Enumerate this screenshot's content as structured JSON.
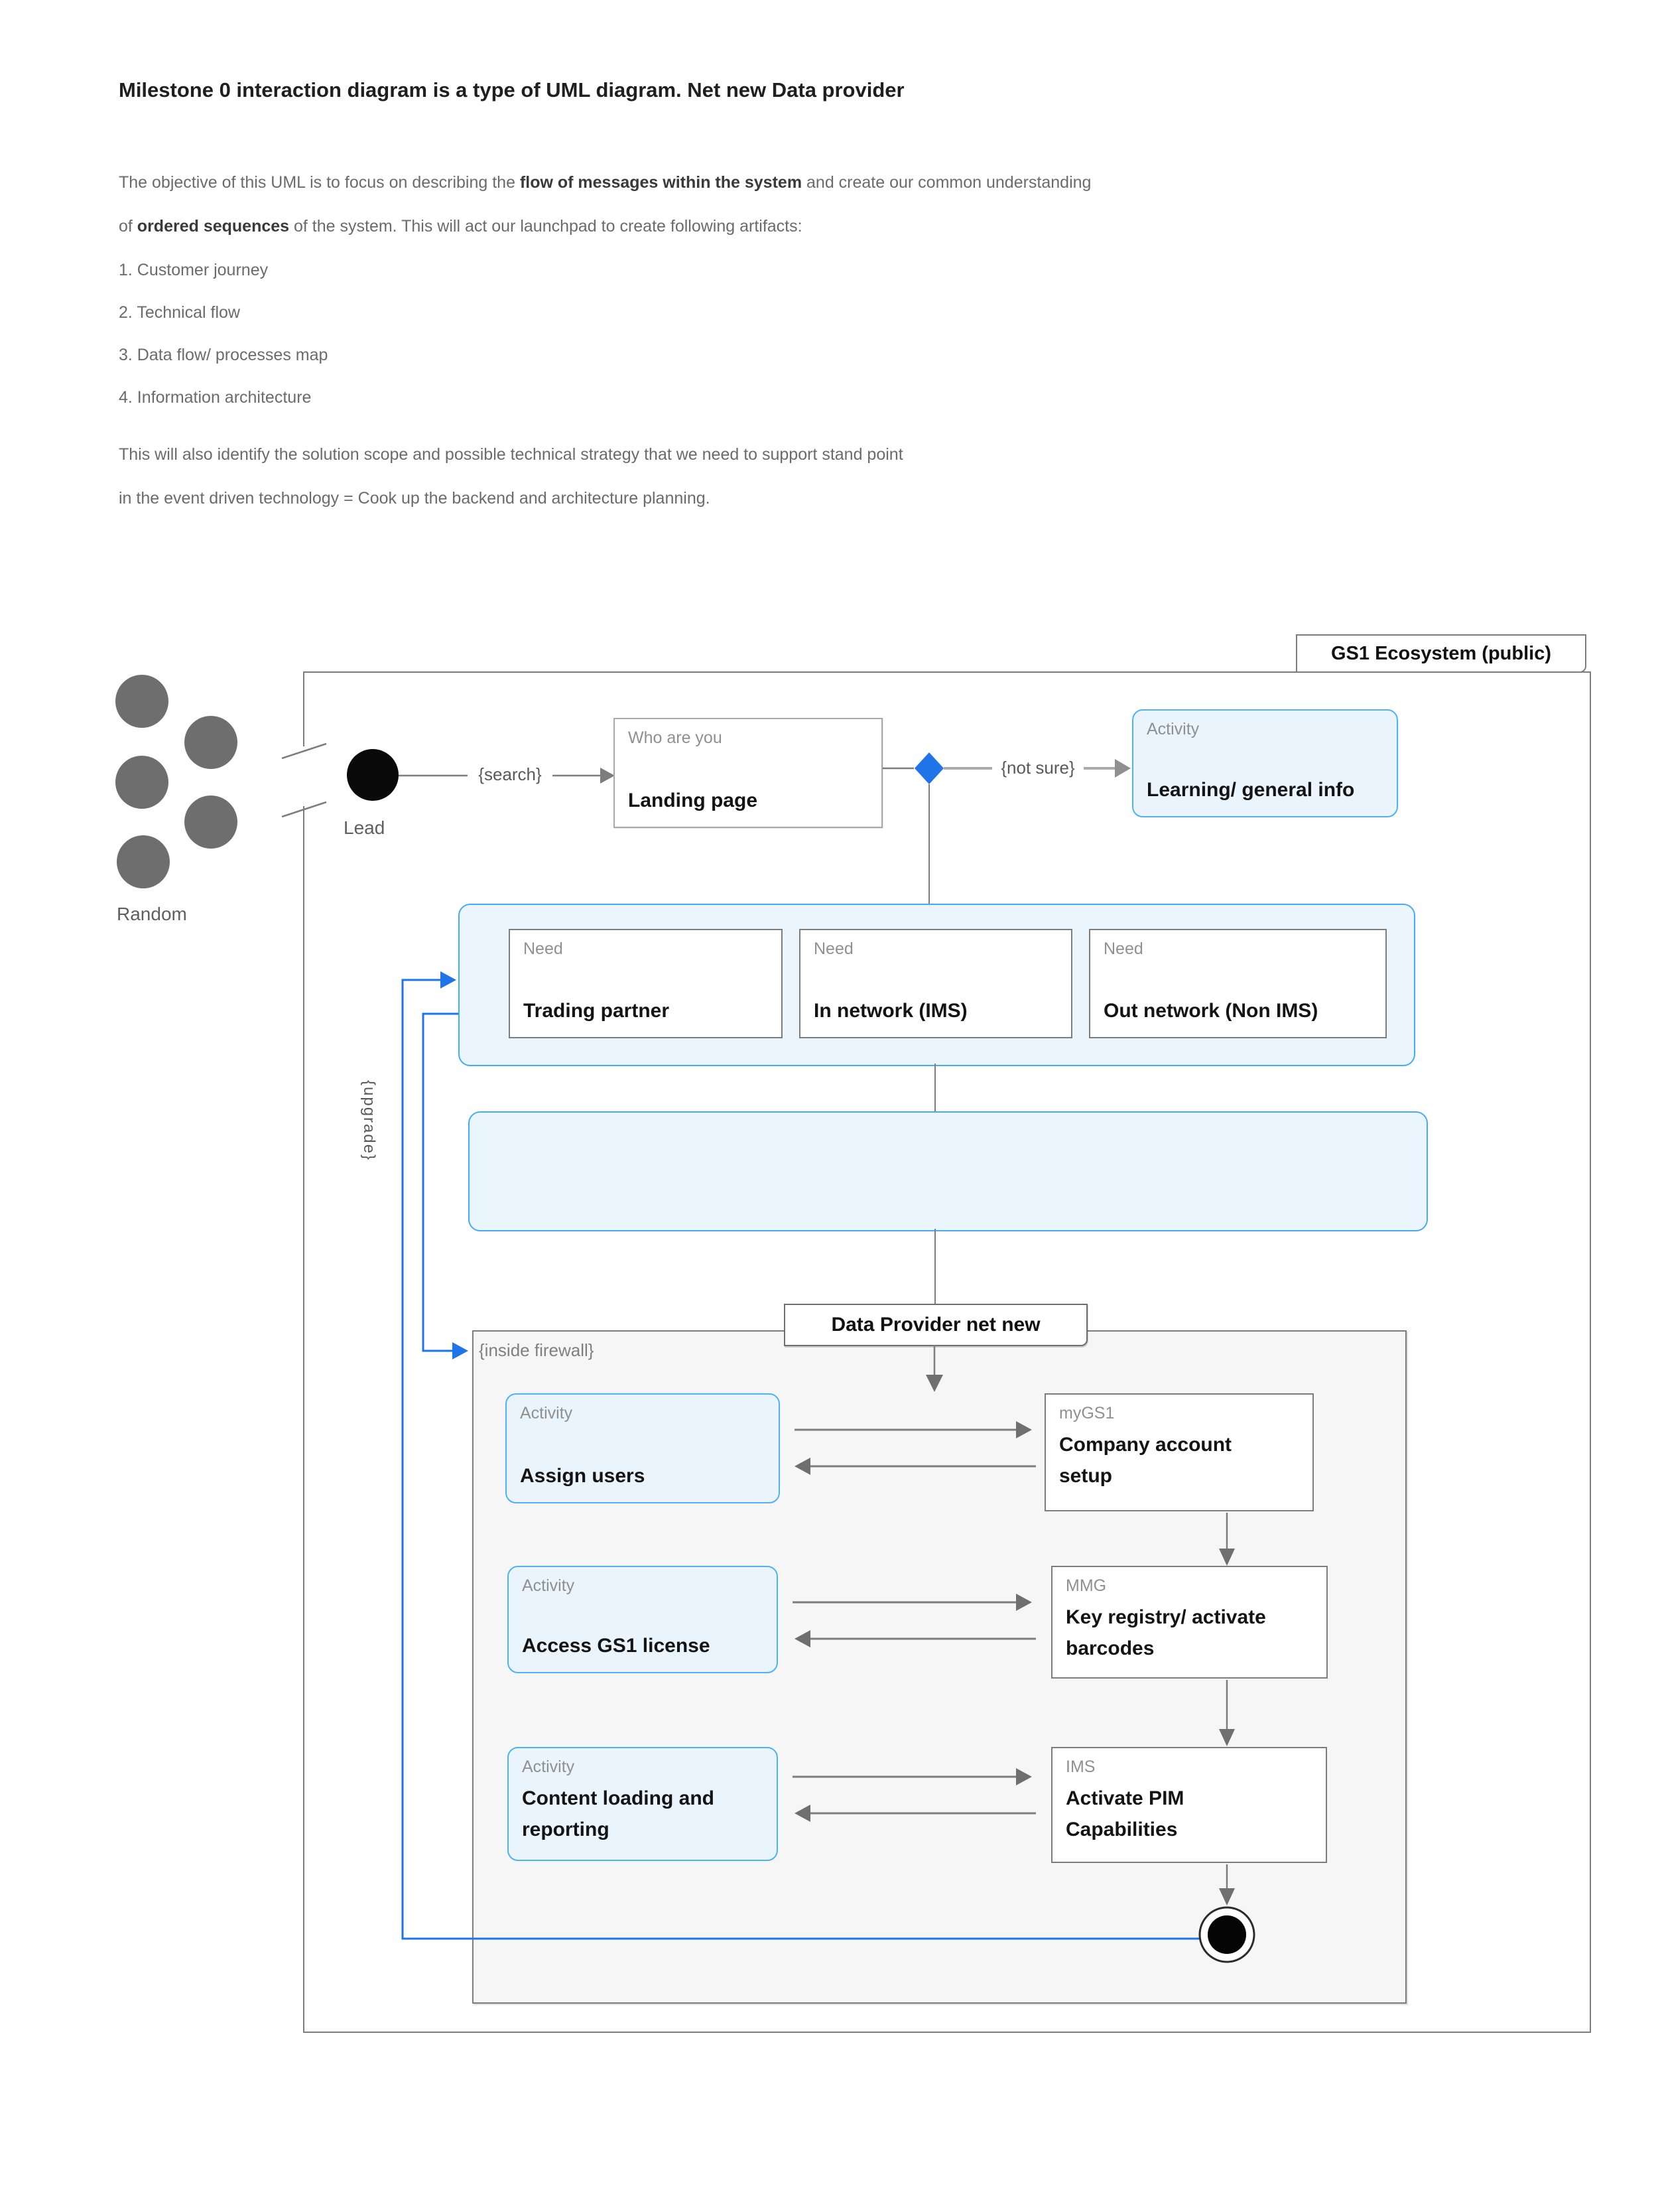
{
  "doc": {
    "title": "Milestone 0 interaction diagram is a type of UML diagram. Net new Data provider",
    "intro": {
      "p1_pre": "The objective of this UML is to focus on describing the ",
      "p1_bold": "flow of messages within the system",
      "p1_post": " and create our common understanding",
      "p2_pre": "of ",
      "p2_bold": "ordered sequences",
      "p2_post": " of the system. This will act our launchpad to create following artifacts:",
      "items": [
        "1. Customer journey",
        "2. Technical flow",
        "3. Data flow/ processes map",
        "4. Information architecture"
      ],
      "p3": "This will also identify the solution scope and possible technical strategy that we need to support stand point",
      "p4": "in the event driven technology = Cook up the backend and architecture planning."
    }
  },
  "diagram": {
    "ecosystem_label": "GS1 Ecosystem (public)",
    "random_label": "Random",
    "lead_label": "Lead",
    "data_provider_title": "Data Provider net new",
    "edge_labels": {
      "search": "{search}",
      "not_sure": "{not sure}",
      "upgrade": "{upgrade}",
      "inside_firewall": "{inside firewall}"
    },
    "nodes": {
      "landing": {
        "header": "Who are you",
        "label": "Landing page"
      },
      "learning": {
        "header": "Activity",
        "label": "Learning/ general info"
      },
      "need1": {
        "header": "Need",
        "label": "Trading partner"
      },
      "need2": {
        "header": "Need",
        "label": "In network (IMS)"
      },
      "need3": {
        "header": "Need",
        "label": "Out network (Non IMS)"
      },
      "assign": {
        "header": "Activity",
        "label": "Assign users"
      },
      "account": {
        "header": "myGS1",
        "label": "Company account setup"
      },
      "license": {
        "header": "Activity",
        "label": "Access GS1 license"
      },
      "keys": {
        "header": "MMG",
        "label": "Key registry/ activate barcodes"
      },
      "content": {
        "header": "Activity",
        "label": "Content loading and reporting"
      },
      "pim": {
        "header": "IMS",
        "label": "Activate PIM Capabilities"
      }
    },
    "colors": {
      "accent_blue": "#1f75e8",
      "activity_border": "#4fb2f3",
      "activity_fill": "#e9f4fd",
      "container_fill": "#eaf5fe",
      "connector_gray": "#7d7d7d",
      "dot_gray": "#6e6e6e",
      "firewall_fill": "#f6f6f6"
    }
  }
}
